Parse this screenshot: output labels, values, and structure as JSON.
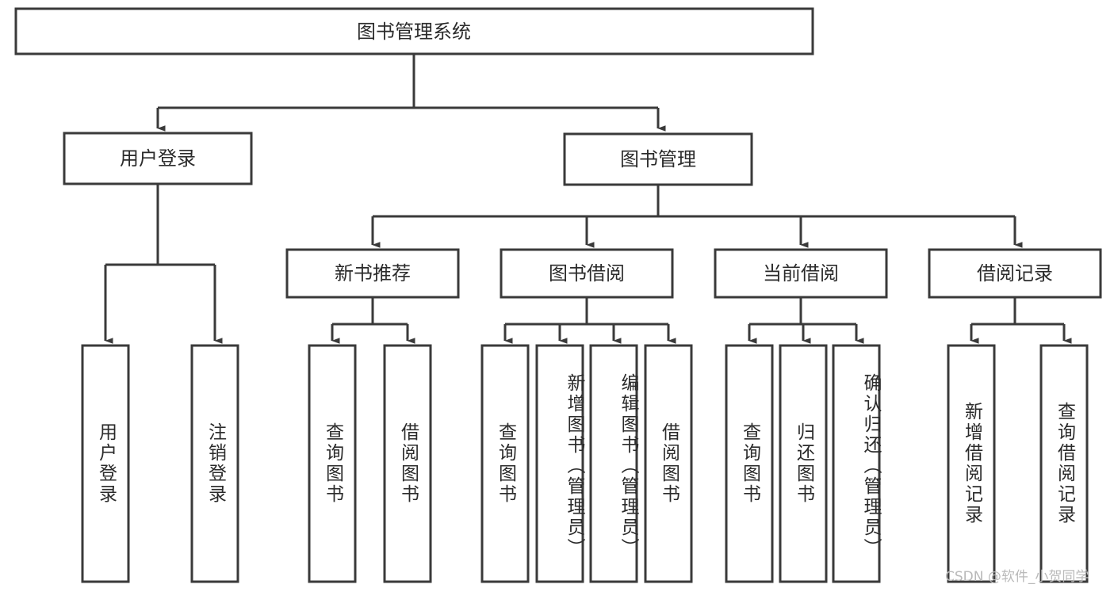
{
  "diagram": {
    "title": "图书管理系统",
    "type": "tree-hierarchy-diagram",
    "colors": {
      "stroke": "#3a3a3a",
      "fill": "#ffffff",
      "text": "#2b2b2b",
      "watermark": "#b9b9b9",
      "background": "#ffffff"
    },
    "root": {
      "label": "图书管理系统"
    },
    "level2": [
      {
        "label": "用户登录"
      },
      {
        "label": "图书管理"
      }
    ],
    "level3": [
      {
        "label": "新书推荐"
      },
      {
        "label": "图书借阅"
      },
      {
        "label": "当前借阅"
      },
      {
        "label": "借阅记录"
      }
    ],
    "leaves": {
      "user_login": [
        {
          "label": "用户登录"
        },
        {
          "label": "注销登录"
        }
      ],
      "new_book_recommend": [
        {
          "label": "查询图书"
        },
        {
          "label": "借阅图书"
        }
      ],
      "book_borrow": [
        {
          "label": "查询图书"
        },
        {
          "label": "新增图书（管理员）"
        },
        {
          "label": "编辑图书（管理员）"
        },
        {
          "label": "借阅图书"
        }
      ],
      "current_borrow": [
        {
          "label": "查询图书"
        },
        {
          "label": "归还图书"
        },
        {
          "label": "确认归还（管理员）"
        }
      ],
      "borrow_record": [
        {
          "label": "新增借阅记录"
        },
        {
          "label": "查询借阅记录"
        }
      ]
    }
  },
  "watermark": {
    "text": "CSDN @软件_小贺同学"
  }
}
